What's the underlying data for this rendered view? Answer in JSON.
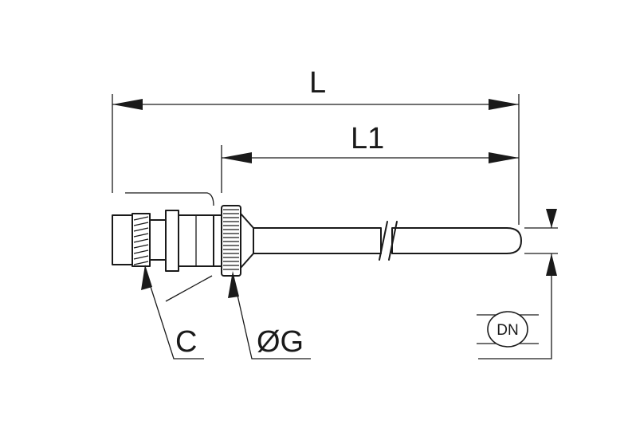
{
  "labels": {
    "overall_length": "L",
    "insertion_length": "L1",
    "thread": "C",
    "grip_diameter": "ØG",
    "nominal_diameter": "DN"
  },
  "colors": {
    "line": "#1a1a1a",
    "background": "#ffffff"
  }
}
